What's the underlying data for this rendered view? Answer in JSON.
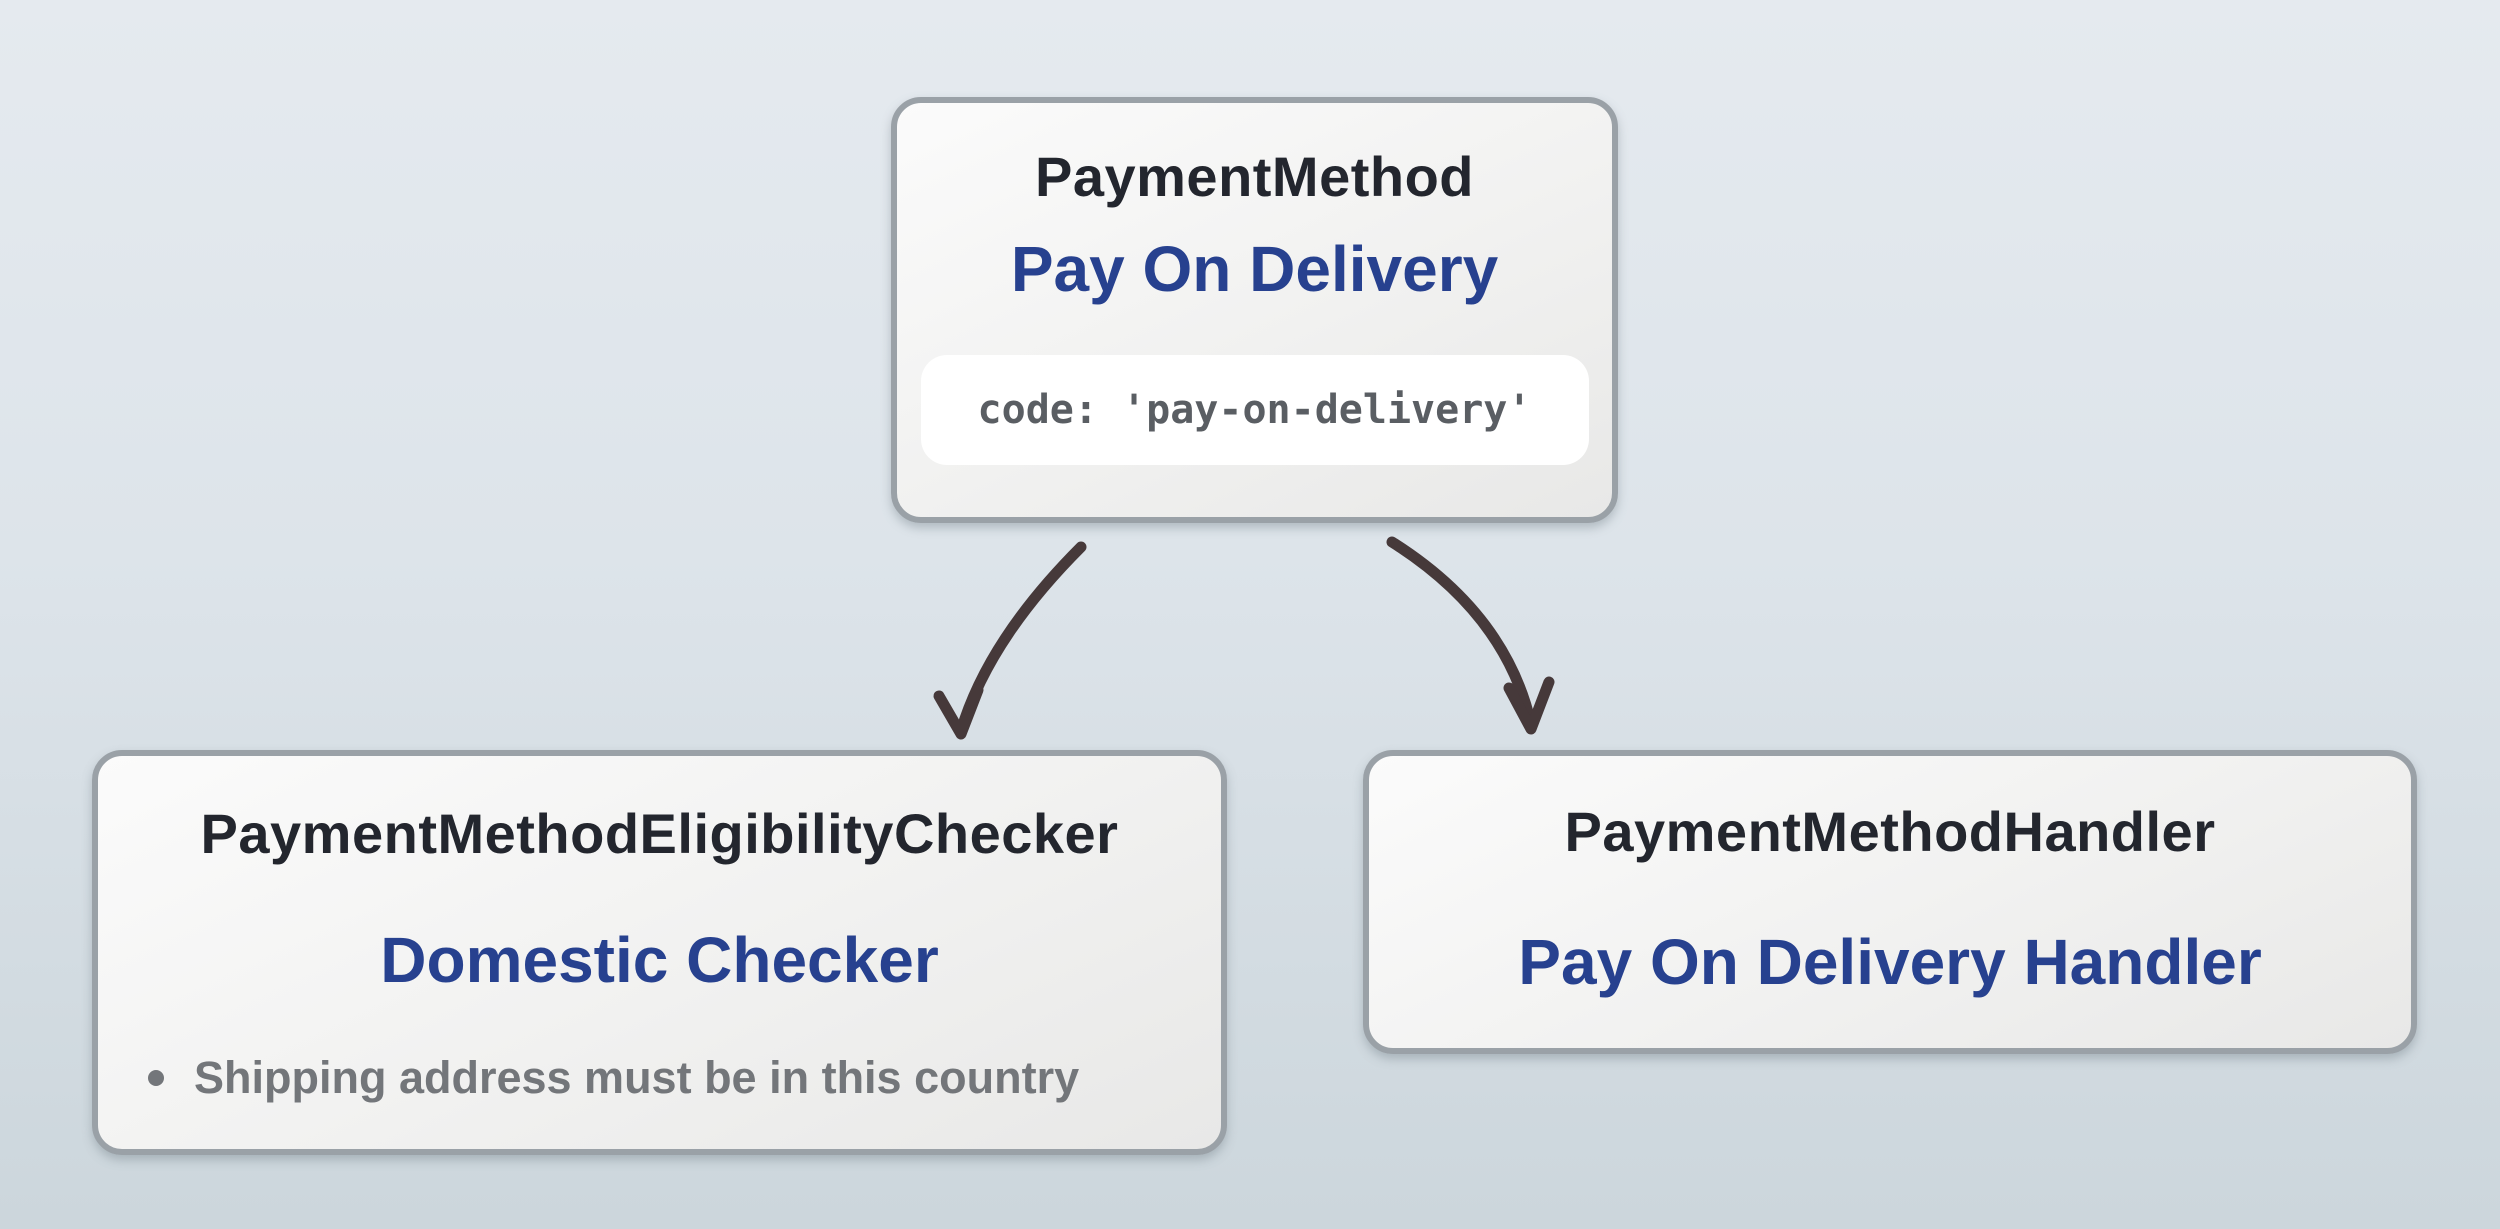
{
  "diagram": {
    "nodes": {
      "payment_method": {
        "class_name": "PaymentMethod",
        "instance_name": "Pay On Delivery",
        "code": "code: 'pay-on-delivery'"
      },
      "eligibility_checker": {
        "class_name": "PaymentMethodEligibilityChecker",
        "instance_name": "Domestic Checker",
        "rules": [
          "Shipping address must be in this country"
        ]
      },
      "handler": {
        "class_name": "PaymentMethodHandler",
        "instance_name": "Pay On Delivery Handler"
      }
    },
    "edges": [
      {
        "from": "payment_method",
        "to": "eligibility_checker"
      },
      {
        "from": "payment_method",
        "to": "handler"
      }
    ]
  },
  "colors": {
    "background_top": "#e5eaef",
    "background_bottom": "#ccd6dc",
    "node_border": "#9aa1a7",
    "node_fill_top": "#fbfbfb",
    "node_fill_bottom": "#e8e8e7",
    "class_name_text": "#23262e",
    "instance_name_text": "#27418f",
    "rule_text": "#73767a",
    "code_text": "#5a5e63",
    "code_pill_bg": "#ffffff",
    "arrow": "#46393a"
  }
}
